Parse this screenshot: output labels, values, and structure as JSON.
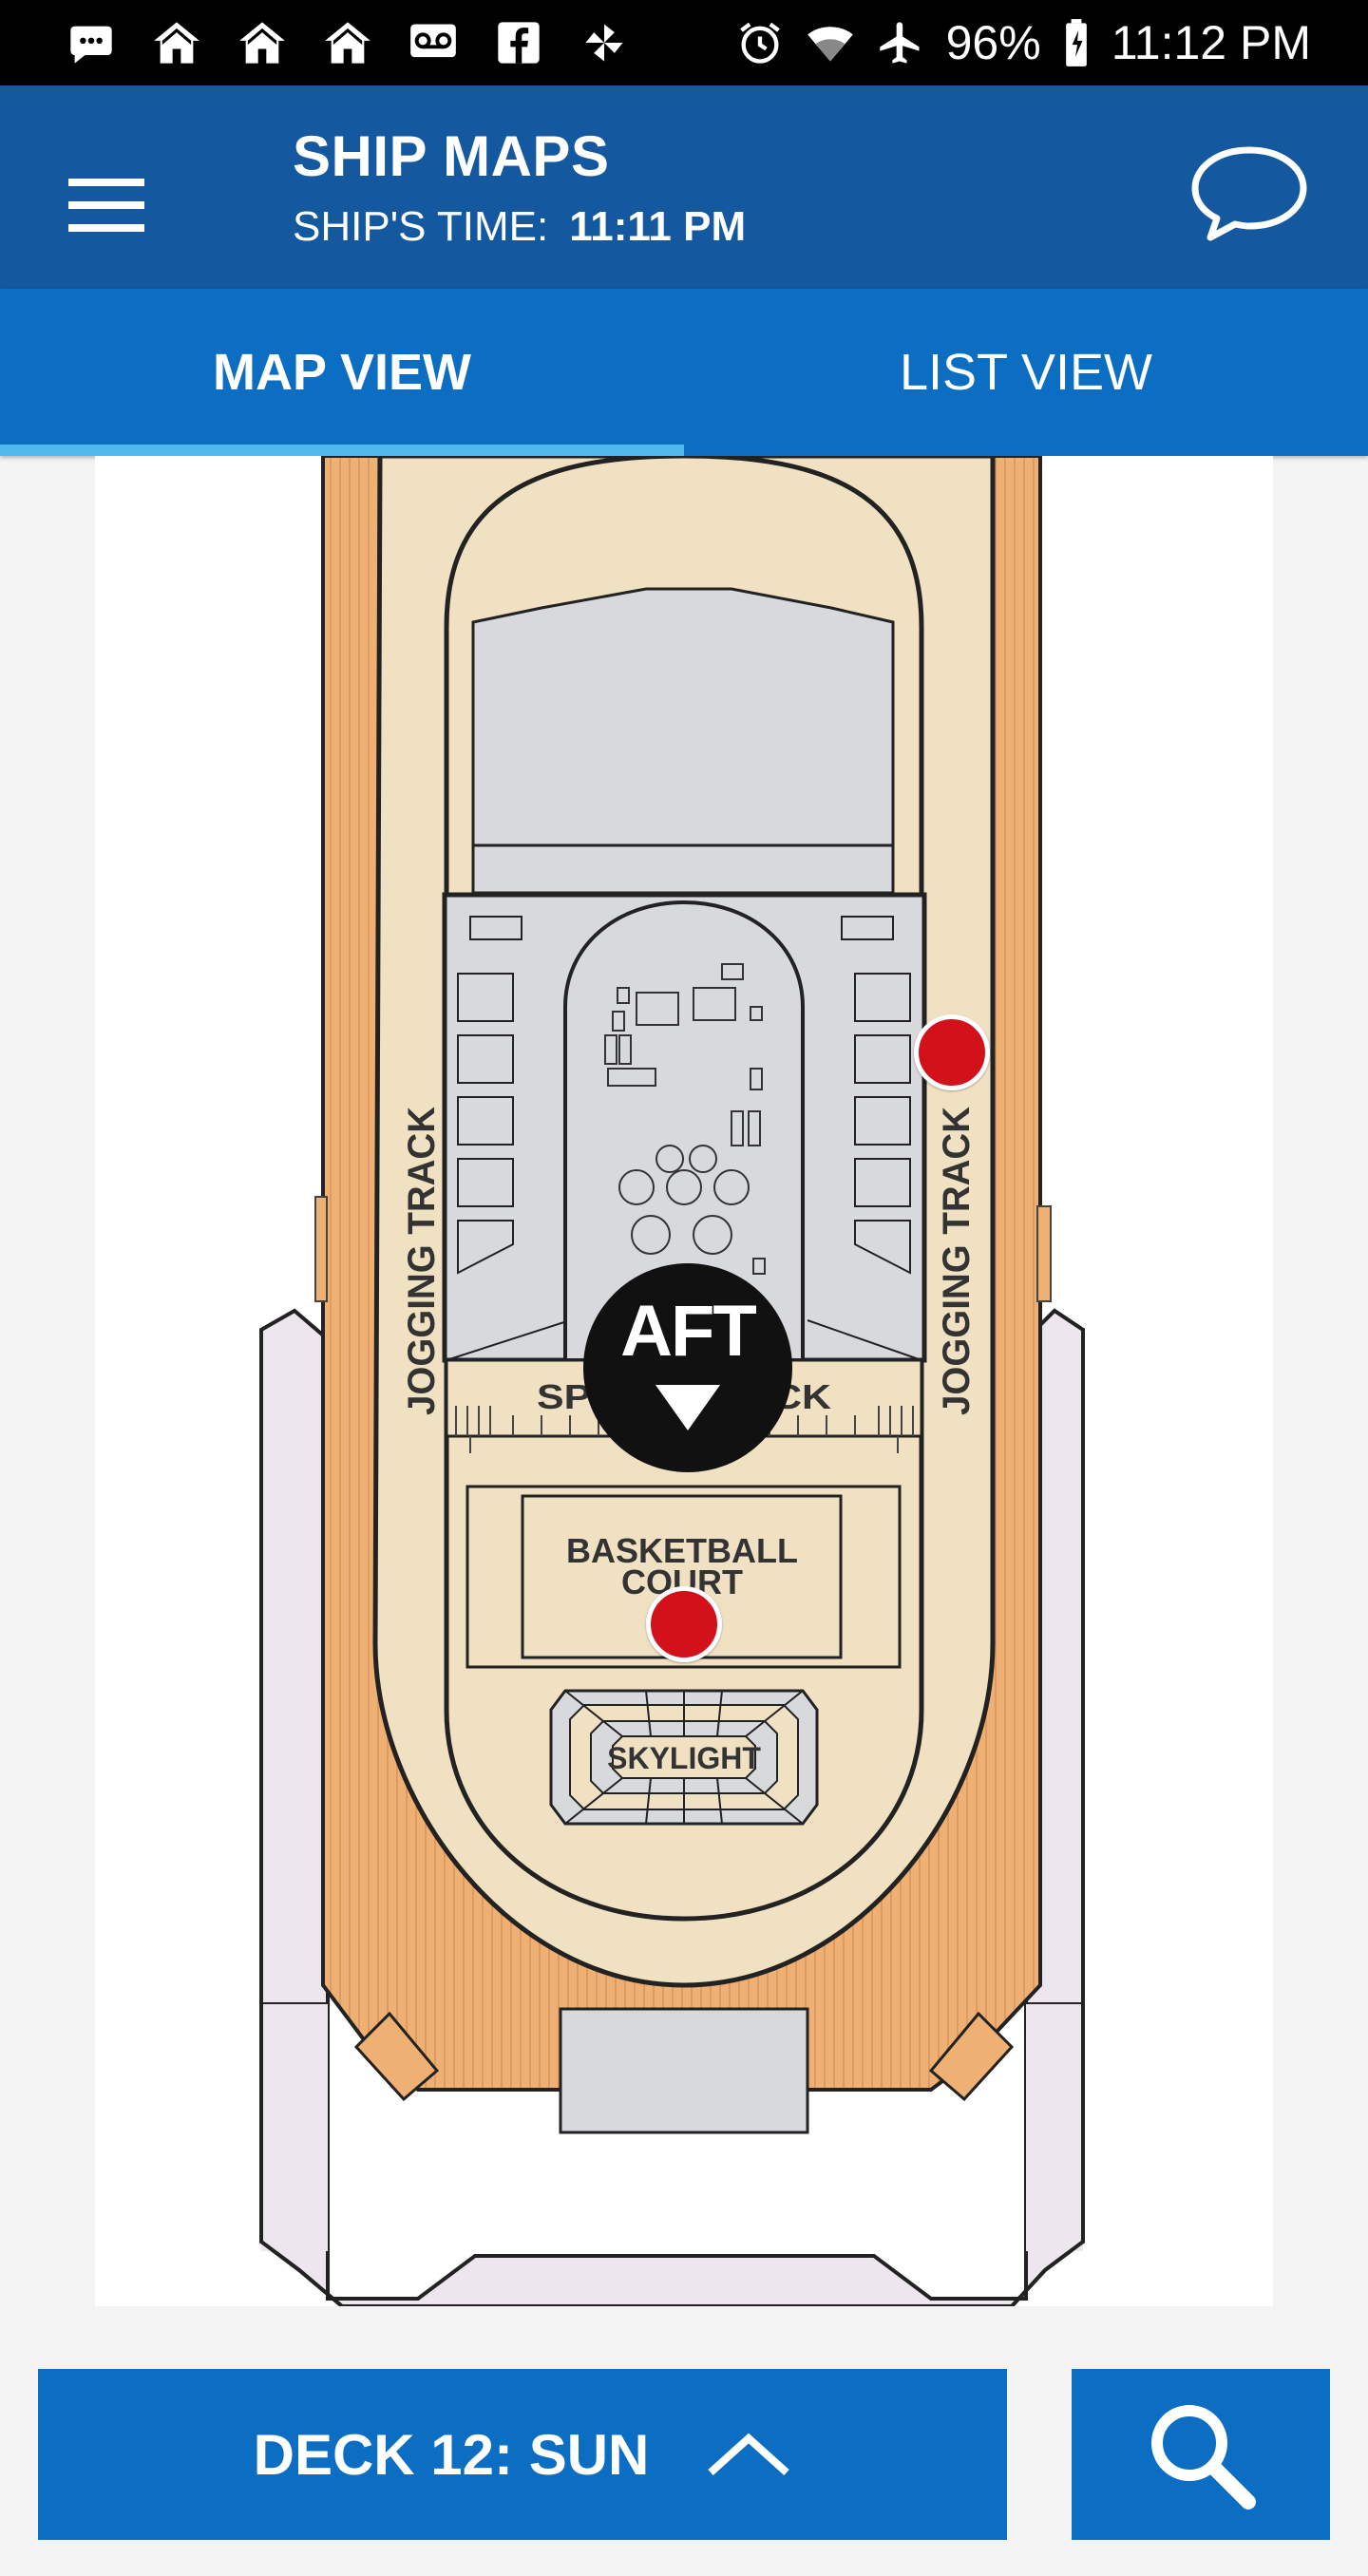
{
  "status_bar": {
    "battery": "96%",
    "clock": "11:12 PM",
    "left_icons": [
      "message-icon",
      "home-icon",
      "home-icon",
      "home-icon",
      "voicemail-icon",
      "facebook-icon",
      "pinwheel-icon"
    ],
    "right_icons": [
      "alarm-icon",
      "wifi-icon",
      "airplane-icon",
      "battery-icon"
    ]
  },
  "header": {
    "title": "SHIP MAPS",
    "time_label": "SHIP'S TIME:",
    "time_value": "11:11 PM",
    "menu_icon": "hamburger-menu-icon",
    "chat_icon": "chat-bubble-icon"
  },
  "tabs": [
    {
      "label": "MAP VIEW",
      "active": true
    },
    {
      "label": "LIST VIEW",
      "active": false
    }
  ],
  "map": {
    "labels": {
      "jogging_left": "JOGGING TRACK",
      "jogging_right": "JOGGING TRACK",
      "sports_deck": "SPORTS DECK",
      "basketball_line1": "BASKETBALL",
      "basketball_line2": "COURT",
      "skylight": "SKYLIGHT"
    },
    "aft_marker": "AFT",
    "colors": {
      "deck_wood": "#efb073",
      "track": "#f0e1c2",
      "interior": "#d7d9dc",
      "outer": "#eee6ef",
      "pin": "#d3111b"
    }
  },
  "bottom": {
    "deck_label": "DECK 12: SUN",
    "deck_icon": "chevron-up-icon",
    "search_icon": "search-icon"
  }
}
